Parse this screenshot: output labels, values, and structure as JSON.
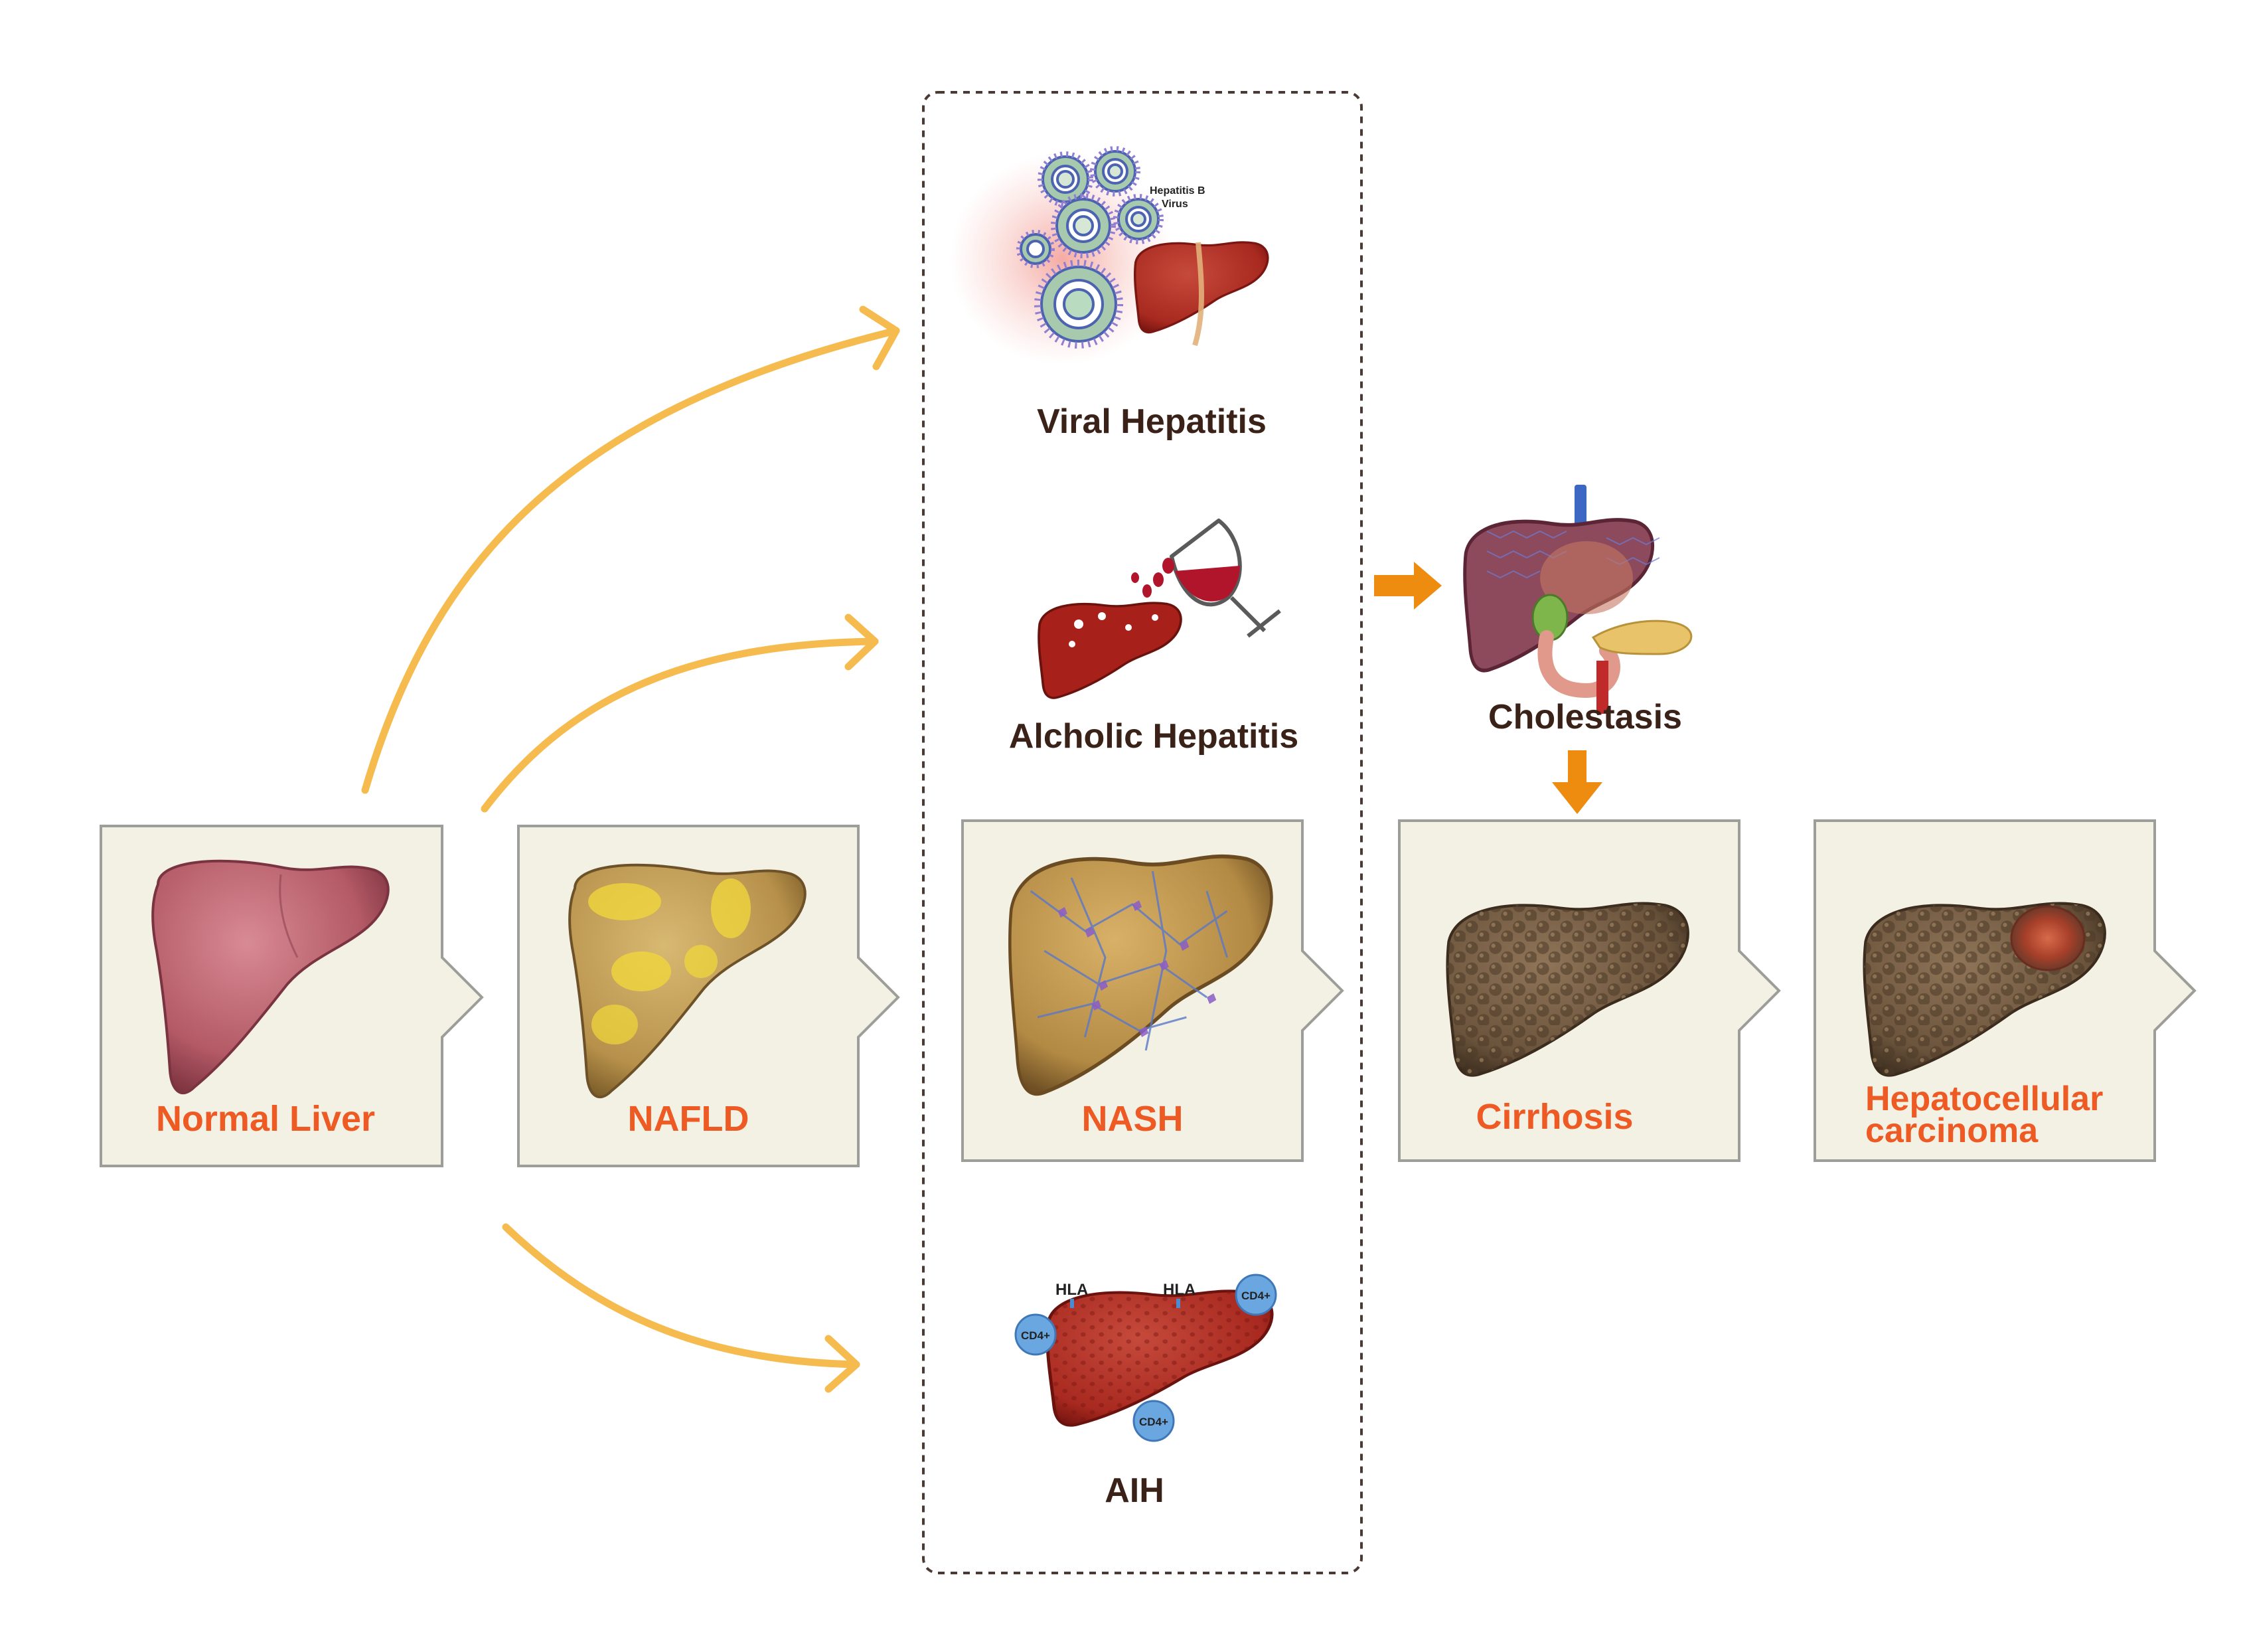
{
  "stages": [
    {
      "id": "normal",
      "label": "Normal Liver"
    },
    {
      "id": "nafld",
      "label": "NAFLD"
    },
    {
      "id": "nash",
      "label": "NASH"
    },
    {
      "id": "cirrhosis",
      "label": "Cirrhosis"
    },
    {
      "id": "hcc",
      "label_line1": "Hepatocellular",
      "label_line2": "carcinoma"
    }
  ],
  "causes": {
    "viral": {
      "label": "Viral Hepatitis",
      "virus_line1": "Hepatitis B",
      "virus_line2": "Virus"
    },
    "alcoholic": {
      "label": "Alcholic Hepatitis"
    },
    "aih": {
      "label": "AIH",
      "hla": "HLA",
      "cd4": "CD4+"
    }
  },
  "cholestasis": {
    "label": "Cholestasis"
  },
  "colors": {
    "stage_label": "#ee5a24",
    "cause_label": "#3a2218",
    "box_fill": "#f3f1e4",
    "box_border": "#9d9d99",
    "curved_arrow": "#f6bb4f",
    "straight_arrow": "#ee8c0f",
    "dashed_border": "#4a3a33"
  }
}
